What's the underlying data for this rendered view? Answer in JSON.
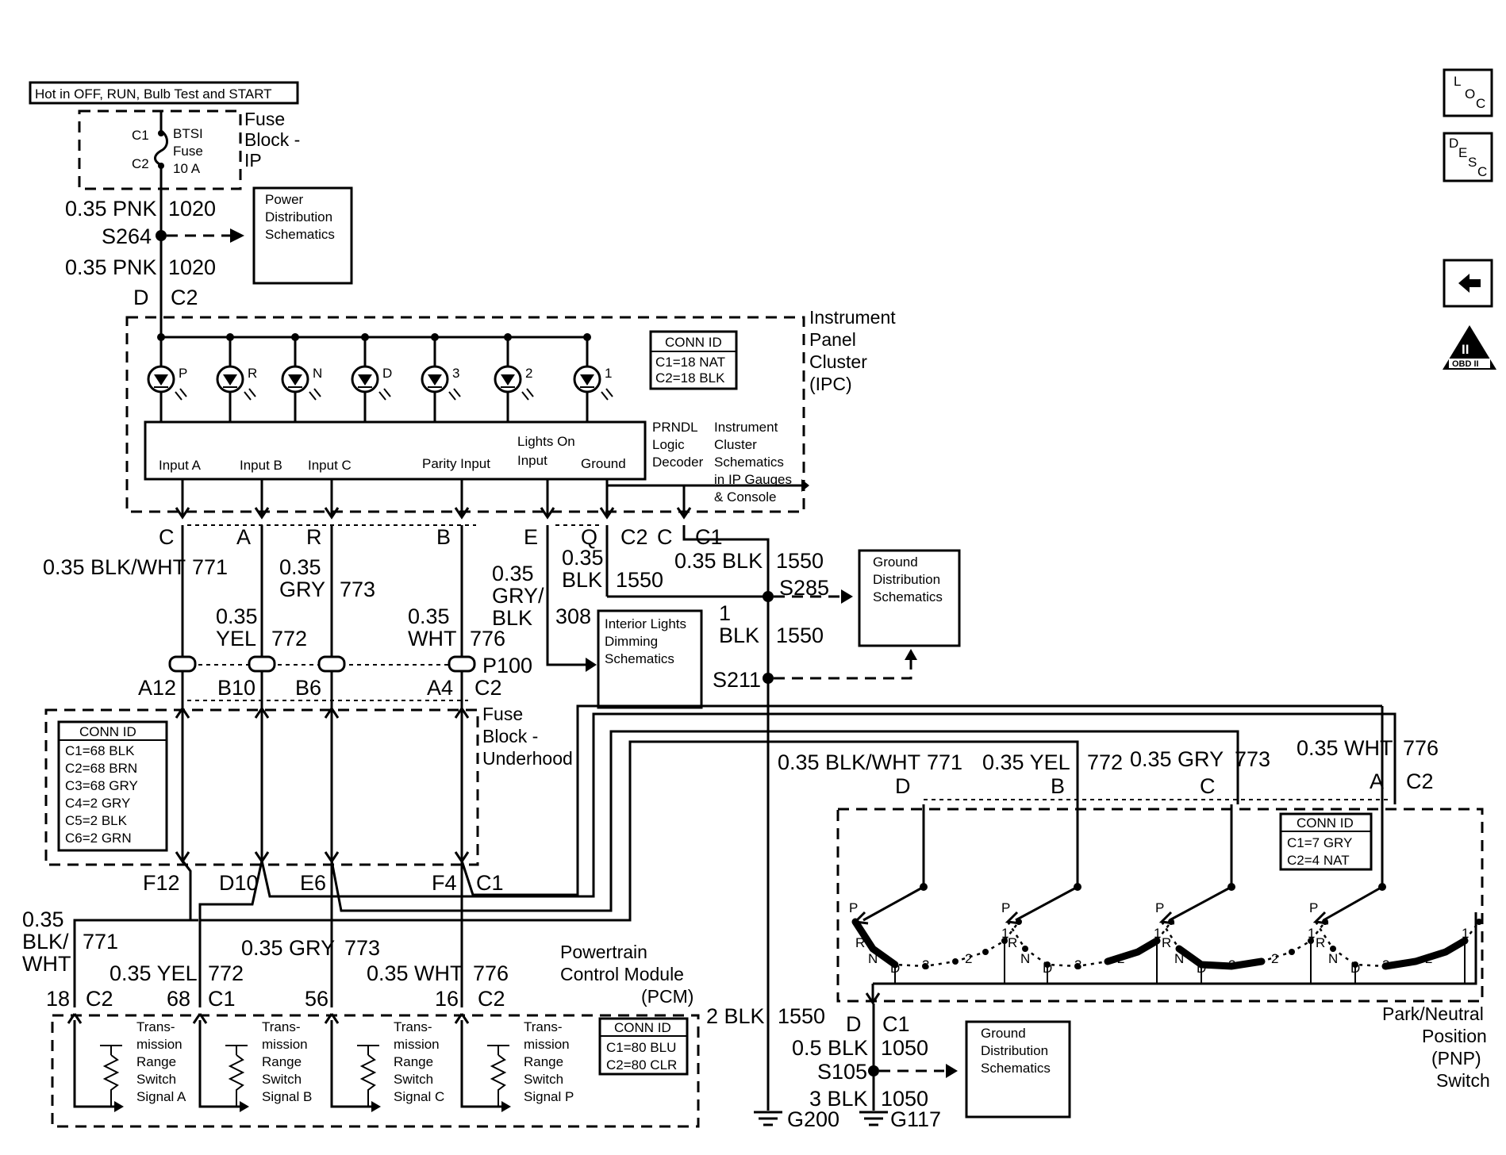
{
  "header_label": "Hot in OFF, RUN, Bulb Test and START",
  "fuse_block_ip": {
    "label": [
      "Fuse",
      "Block -",
      "IP"
    ],
    "c1": "C1",
    "c2": "C2",
    "fuse": [
      "BTSI",
      "Fuse",
      "10 A"
    ]
  },
  "top_wire": {
    "gauge_color": "0.35 PNK",
    "circuit": "1020",
    "splice": "S264",
    "pin": "D",
    "conn": "C2"
  },
  "power_box": [
    "Power",
    "Distribution",
    "Schematics"
  ],
  "ipc": {
    "label": [
      "Instrument",
      "Panel",
      "Cluster",
      "(IPC)"
    ],
    "lamps": [
      "P",
      "R",
      "N",
      "D",
      "3",
      "2",
      "1"
    ],
    "inputs": [
      "Input A",
      "Input B",
      "Input C",
      "Parity Input",
      "Lights On",
      "Input",
      "Ground"
    ],
    "decoder": [
      "PRNDL",
      "Logic",
      "Decoder"
    ],
    "cluster_note": [
      "Instrument",
      "Cluster",
      "Schematics",
      "in IP Gauges",
      "& Console"
    ],
    "conn_id": {
      "title": "CONN ID",
      "rows": [
        "C1=18 NAT",
        "C2=18 BLK"
      ]
    },
    "pins": [
      "C",
      "A",
      "R",
      "B",
      "E",
      "Q",
      "C2",
      "C",
      "C1"
    ]
  },
  "mid_wires": {
    "w771": [
      "0.35 BLK/WHT",
      "771"
    ],
    "w773": [
      "0.35",
      "GRY",
      "773"
    ],
    "w772": [
      "0.35",
      "YEL",
      "772"
    ],
    "w776": [
      "0.35",
      "WHT",
      "776"
    ],
    "w308": [
      "0.35",
      "GRY/",
      "BLK",
      "308"
    ],
    "w1550a": [
      "0.35",
      "BLK",
      "1550"
    ],
    "w1550b": [
      "0.35 BLK",
      "1550"
    ],
    "w1550c": [
      "1",
      "BLK",
      "1550"
    ],
    "s285": "S285",
    "s211": "S211",
    "p100": "P100"
  },
  "interior_box": [
    "Interior Lights",
    "Dimming",
    "Schematics"
  ],
  "ground_box": [
    "Ground",
    "Distribution",
    "Schematics"
  ],
  "fuse_underhood": {
    "label": [
      "Fuse",
      "Block -",
      "Underhood"
    ],
    "top_pins": [
      "A12",
      "B10",
      "B6",
      "A4",
      "C2"
    ],
    "bottom_pins": [
      "F12",
      "D10",
      "E6",
      "F4",
      "C1"
    ],
    "conn_id": {
      "title": "CONN ID",
      "rows": [
        "C1=68 BLK",
        "C2=68 BRN",
        "C3=68 GRY",
        "C4=2 GRY",
        "C5=2 BLK",
        "C6=2 GRN"
      ]
    }
  },
  "pcm": {
    "label": [
      "Powertrain",
      "Control Module",
      "(PCM)"
    ],
    "wires": {
      "w771": [
        "0.35",
        "BLK/",
        "WHT",
        "771"
      ],
      "w772": [
        "0.35 YEL",
        "772"
      ],
      "w773": [
        "0.35 GRY",
        "773"
      ],
      "w776": [
        "0.35 WHT",
        "776"
      ]
    },
    "pins": [
      "18",
      "C2",
      "68",
      "C1",
      "56",
      "16",
      "C2"
    ],
    "signals": [
      [
        "Trans-",
        "mission",
        "Range",
        "Switch",
        "Signal A"
      ],
      [
        "Trans-",
        "mission",
        "Range",
        "Switch",
        "Signal B"
      ],
      [
        "Trans-",
        "mission",
        "Range",
        "Switch",
        "Signal C"
      ],
      [
        "Trans-",
        "mission",
        "Range",
        "Switch",
        "Signal P"
      ]
    ],
    "conn_id": {
      "title": "CONN ID",
      "rows": [
        "C1=80 BLU",
        "C2=80 CLR"
      ]
    }
  },
  "pnp": {
    "label": [
      "Park/Neutral",
      "Position",
      "(PNP)",
      "Switch"
    ],
    "wires": [
      [
        "0.35 BLK/WHT",
        "771"
      ],
      [
        "0.35 YEL",
        "772"
      ],
      [
        "0.35 GRY",
        "773"
      ],
      [
        "0.35 WHT",
        "776"
      ]
    ],
    "pins": [
      "D",
      "B",
      "C",
      "A",
      "C2"
    ],
    "conn_id": {
      "title": "CONN ID",
      "rows": [
        "C1=7 GRY",
        "C2=4 NAT"
      ]
    },
    "positions": [
      "P",
      "R",
      "N",
      "D",
      "3",
      "2",
      "1"
    ]
  },
  "ground": {
    "w2blk": [
      "2 BLK",
      "1550"
    ],
    "g200": "G200",
    "pin": "D",
    "conn": "C1",
    "w05": [
      "0.5 BLK",
      "1050"
    ],
    "s105": "S105",
    "w3": [
      "3 BLK",
      "1050"
    ],
    "g117": "G117"
  },
  "ground_box2": [
    "Ground",
    "Distribution",
    "Schematics"
  ],
  "nav_icons": {
    "loc": [
      "L",
      "O",
      "C"
    ],
    "desc": [
      "D",
      "E",
      "S",
      "C"
    ],
    "obd": [
      "II",
      "OBD II"
    ]
  }
}
